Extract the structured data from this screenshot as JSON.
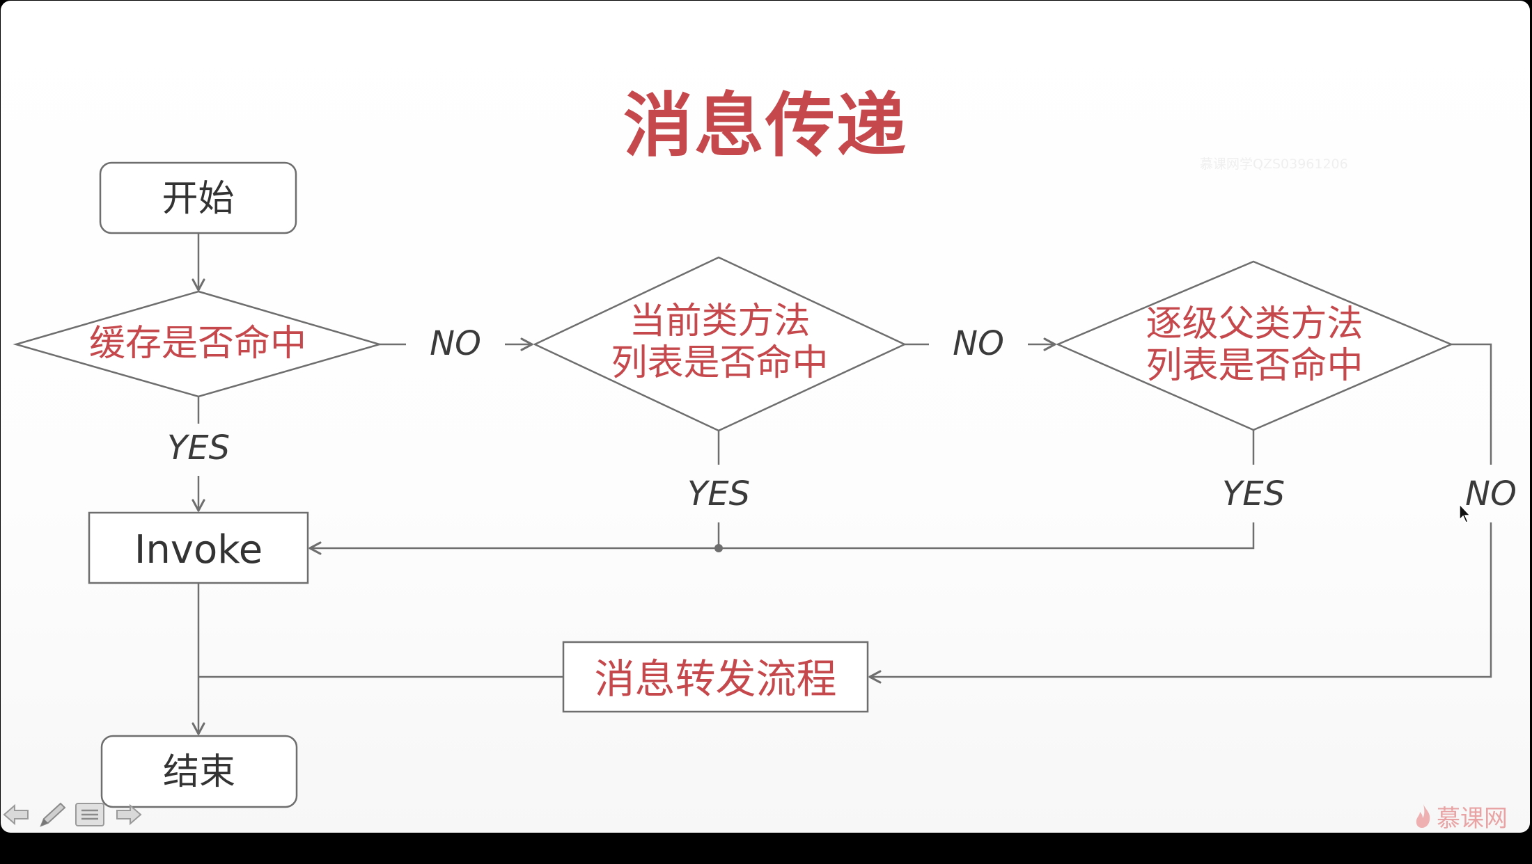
{
  "slide": {
    "title": "消息传递",
    "watermark": "慕课网学QZS03961206"
  },
  "nodes": {
    "start": "开始",
    "cache_hit": "缓存是否命中",
    "class_method_line1": "当前类方法",
    "class_method_line2": "列表是否命中",
    "super_method_line1": "逐级父类方法",
    "super_method_line2": "列表是否命中",
    "invoke": "Invoke",
    "forwarding": "消息转发流程",
    "end": "结束"
  },
  "edges": {
    "no_1": "NO",
    "no_2": "NO",
    "no_3": "NO",
    "yes_1": "YES",
    "yes_2": "YES",
    "yes_3": "YES"
  },
  "colors": {
    "title": "#c5484c",
    "decision_text": "#c5484c",
    "line": "#6e6e6e",
    "box_text": "#333333"
  },
  "toolbar": {
    "icons": [
      "prev-arrow-icon",
      "pen-icon",
      "menu-icon",
      "next-arrow-icon"
    ]
  },
  "logo": {
    "text": "慕课网",
    "icon": "flame-icon"
  }
}
